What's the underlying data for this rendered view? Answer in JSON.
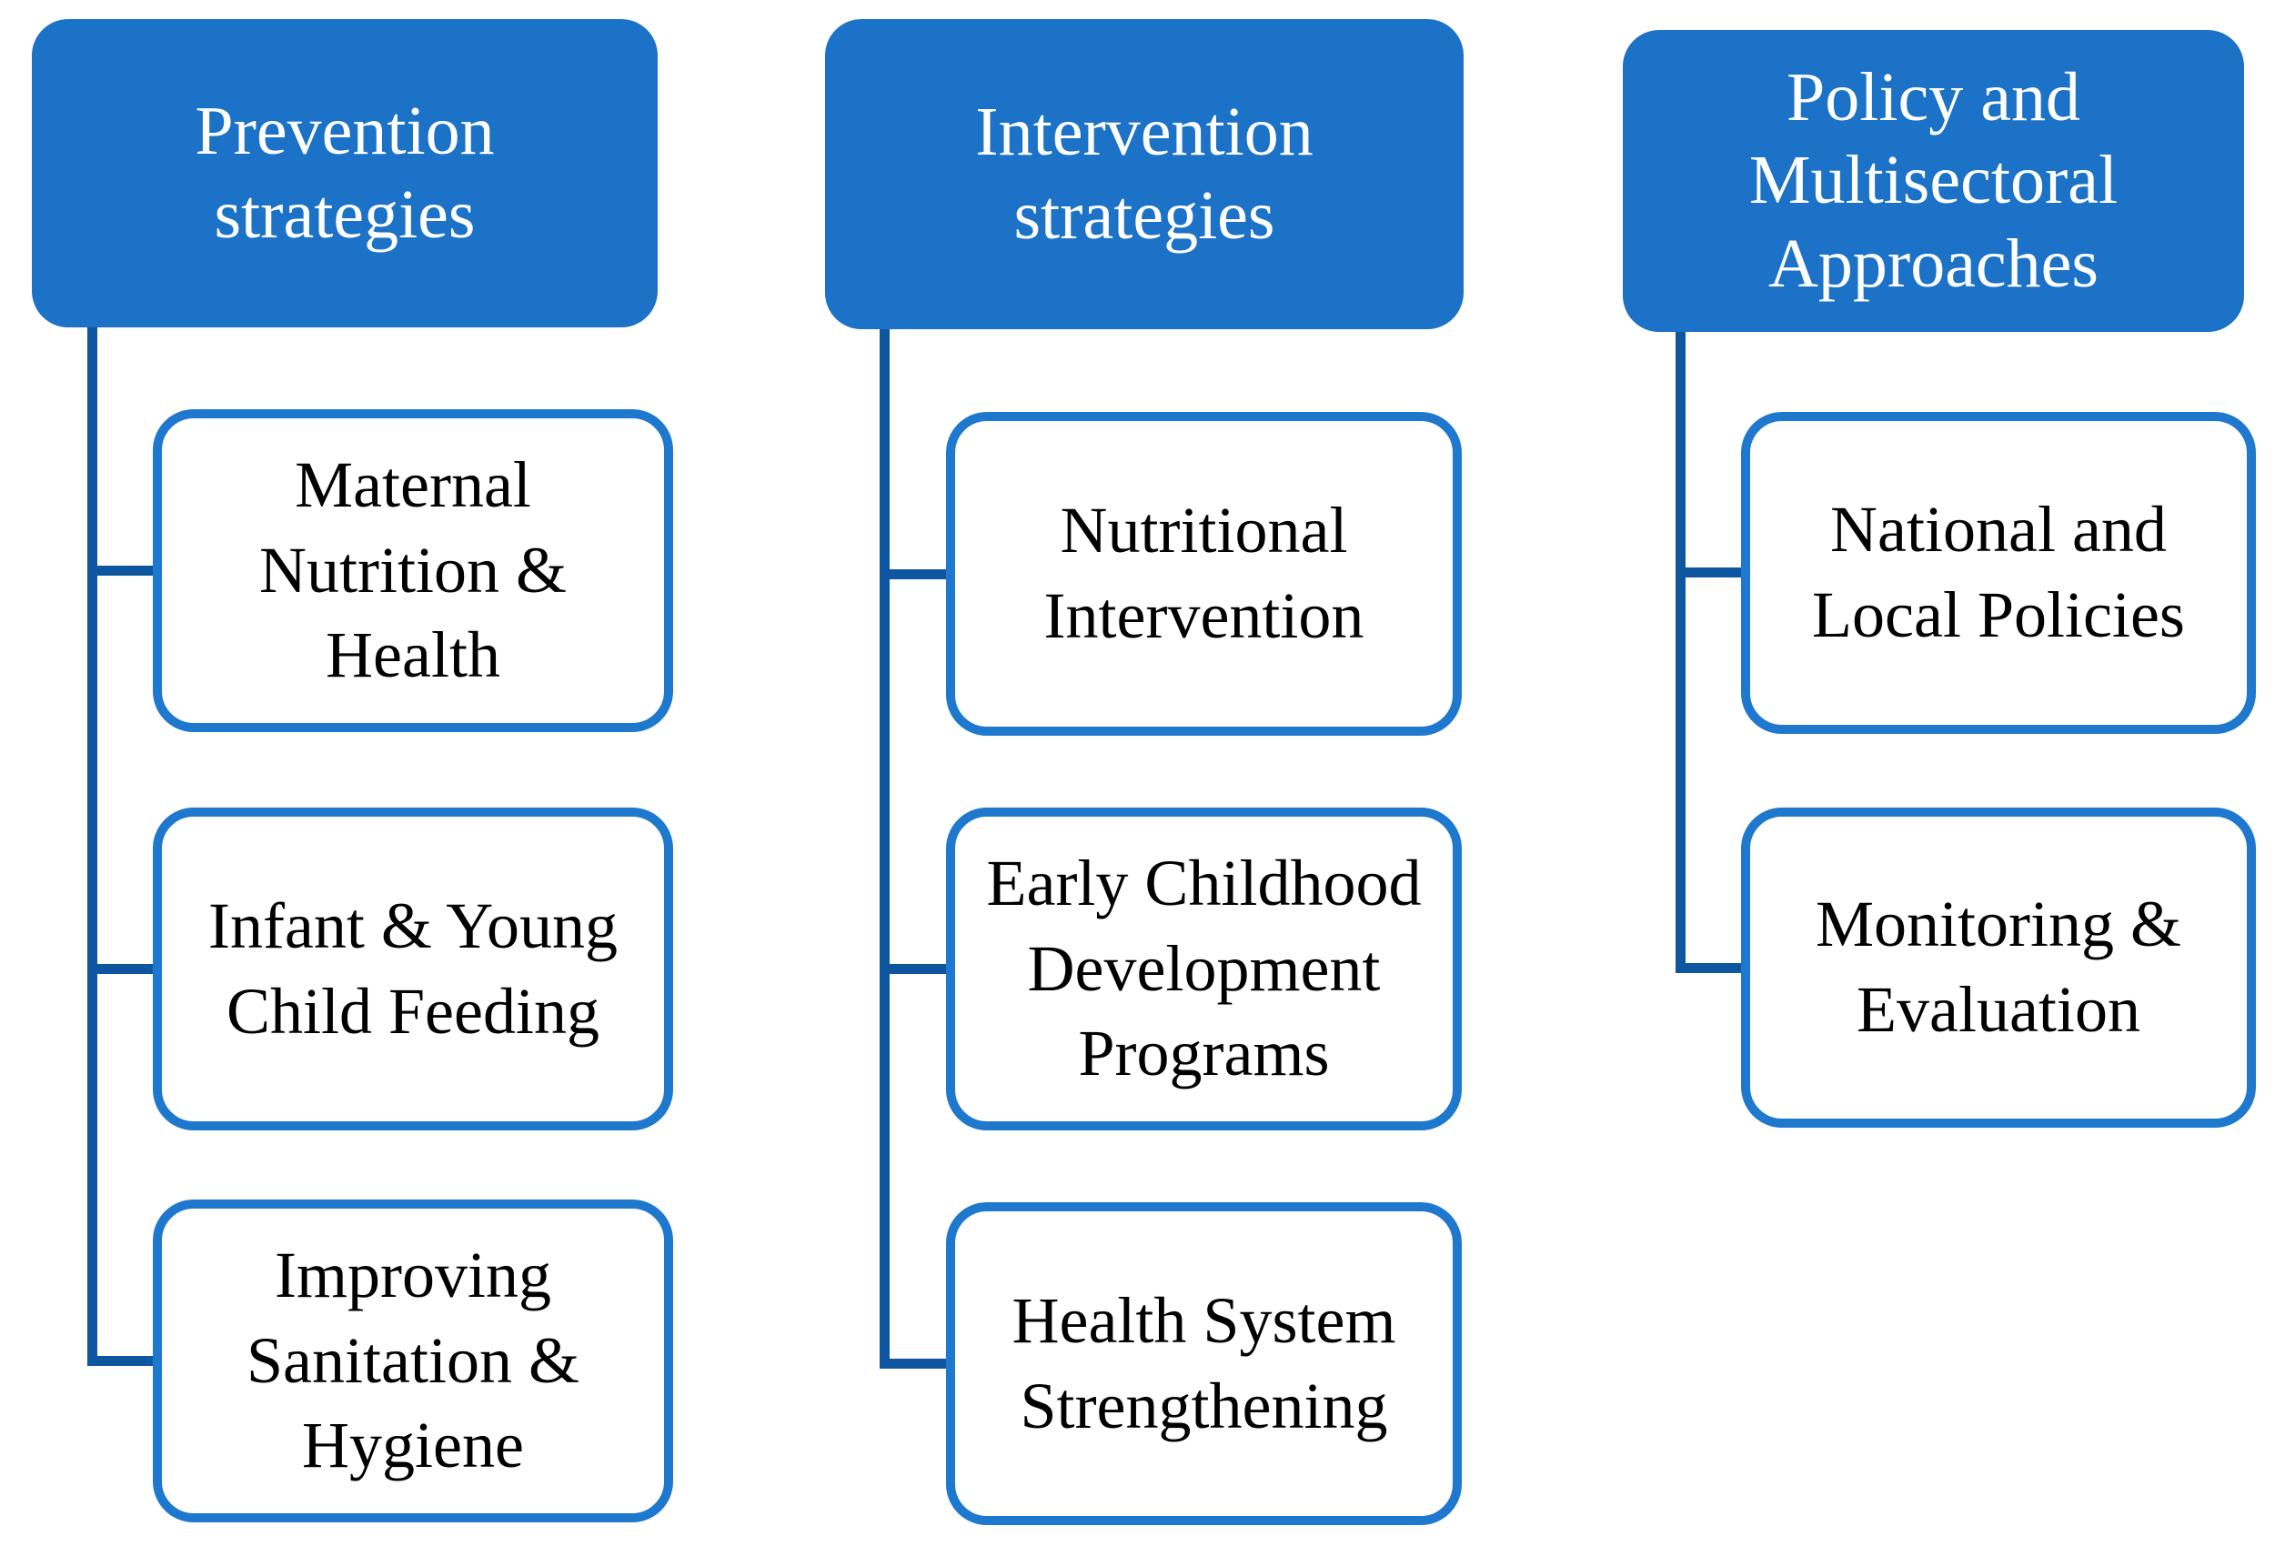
{
  "diagram": {
    "background": "#FFFFFF",
    "colors": {
      "background": "#FFFFFF",
      "header_fill": "#1B72C6",
      "header_text": "#FFFFFF",
      "child_border": "#1E78CE",
      "child_text": "#000000",
      "connector": "#0E57A0"
    },
    "columns": [
      {
        "title": "Prevention\nstrategies",
        "children": [
          "Maternal\nNutrition &\nHealth",
          "Infant & Young\nChild Feeding",
          "Improving\nSanitation &\nHygiene"
        ]
      },
      {
        "title": "Intervention\nstrategies",
        "children": [
          "Nutritional\nIntervention",
          "Early Childhood\nDevelopment\nPrograms",
          "Health System\nStrengthening"
        ]
      },
      {
        "title": "Policy and\nMultisectoral\nApproaches",
        "children": [
          "National and\nLocal Policies",
          "Monitoring &\nEvaluation"
        ]
      }
    ]
  }
}
